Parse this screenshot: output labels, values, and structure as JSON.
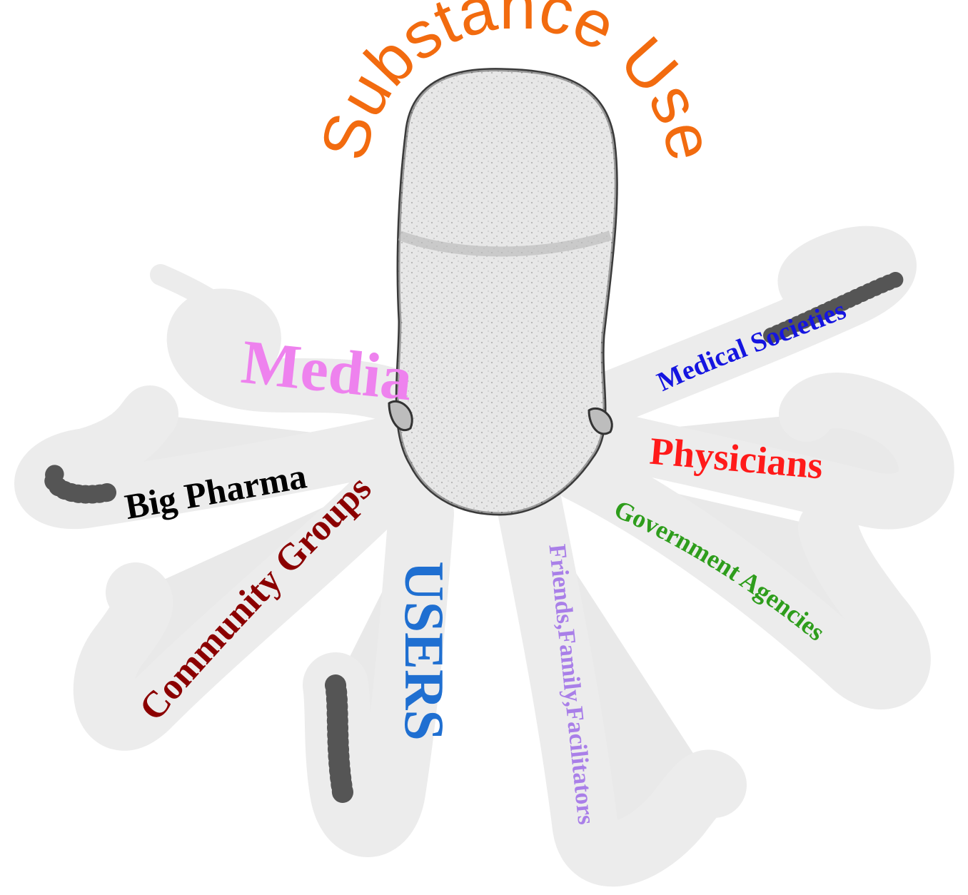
{
  "title": {
    "text": "Substance Use",
    "color": "#f26b0f"
  },
  "labels": {
    "media": {
      "text": "Media",
      "color": "#ee82ee"
    },
    "big_pharma": {
      "text": "Big Pharma",
      "color": "#000000"
    },
    "community_groups": {
      "text": "Community Groups",
      "color": "#8b0000"
    },
    "users": {
      "text": "USERS",
      "color": "#1f6fd1"
    },
    "friends": {
      "text": "Friends,Family,Facilitators",
      "color": "#a97fe8"
    },
    "government": {
      "text": "Government Agencies",
      "color": "#2e9d1c"
    },
    "physicians": {
      "text": "Physicians",
      "color": "#ff1a1a"
    },
    "medical_societies": {
      "text": "Medical Societies",
      "color": "#1515e0"
    }
  },
  "illustration": {
    "subject": "octopus",
    "style": "stippled-engraving"
  }
}
